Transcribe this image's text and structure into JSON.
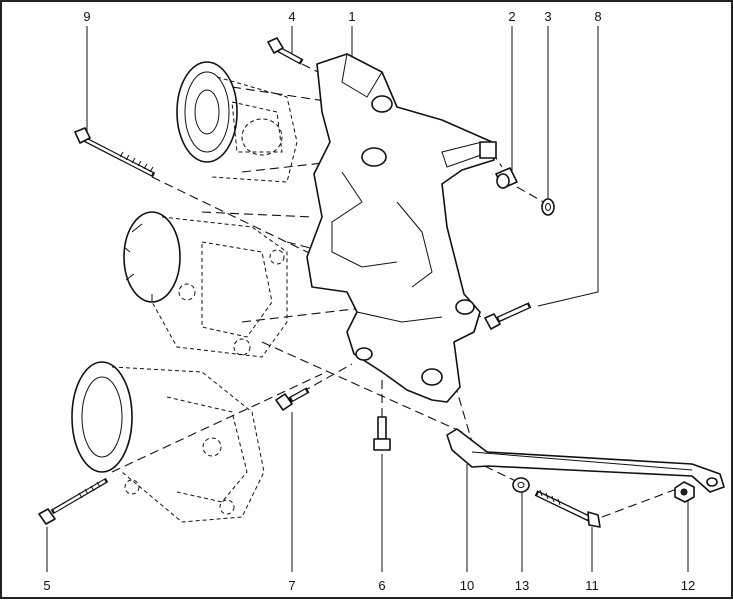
{
  "callouts": [
    {
      "id": "c9",
      "label": "9"
    },
    {
      "id": "c4",
      "label": "4"
    },
    {
      "id": "c1",
      "label": "1"
    },
    {
      "id": "c2",
      "label": "2"
    },
    {
      "id": "c3",
      "label": "3"
    },
    {
      "id": "c8",
      "label": "8"
    },
    {
      "id": "c5",
      "label": "5"
    },
    {
      "id": "c7",
      "label": "7"
    },
    {
      "id": "c6",
      "label": "6"
    },
    {
      "id": "c10",
      "label": "10"
    },
    {
      "id": "c13",
      "label": "13"
    },
    {
      "id": "c11",
      "label": "11"
    },
    {
      "id": "c12",
      "label": "12"
    }
  ]
}
